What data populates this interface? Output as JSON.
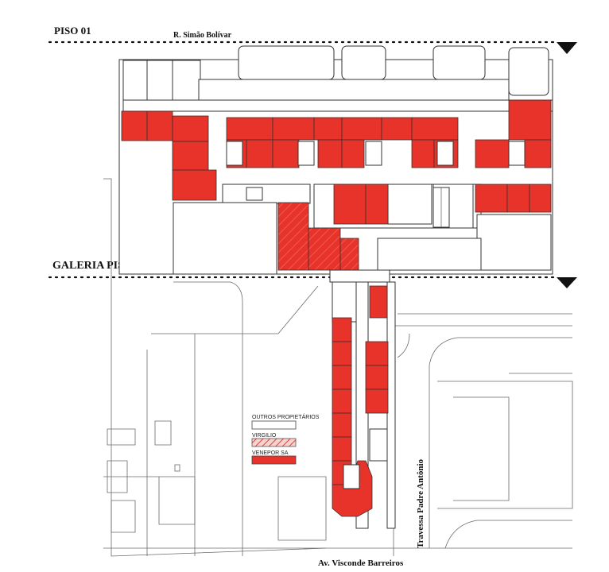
{
  "labels": {
    "floor_title": "PISO 01",
    "street_top": "R. Simão Bolívar",
    "gallery_title": "GALERIA PISO 01",
    "street_right": "Travessa Padre Antônio",
    "street_bottom": "Av. Visconde Barreiros"
  },
  "legend": [
    {
      "label": "OUTROS PROPIETÁRIOS",
      "fill": "#ffffff"
    },
    {
      "label": "VIRGILIO",
      "fill": "hatch"
    },
    {
      "label": "VENEPOR SA",
      "fill": "#e8332a"
    }
  ],
  "colors": {
    "venepor": "#e8332a",
    "hatch": "#f2b3ad",
    "line": "#6a6a6a"
  }
}
